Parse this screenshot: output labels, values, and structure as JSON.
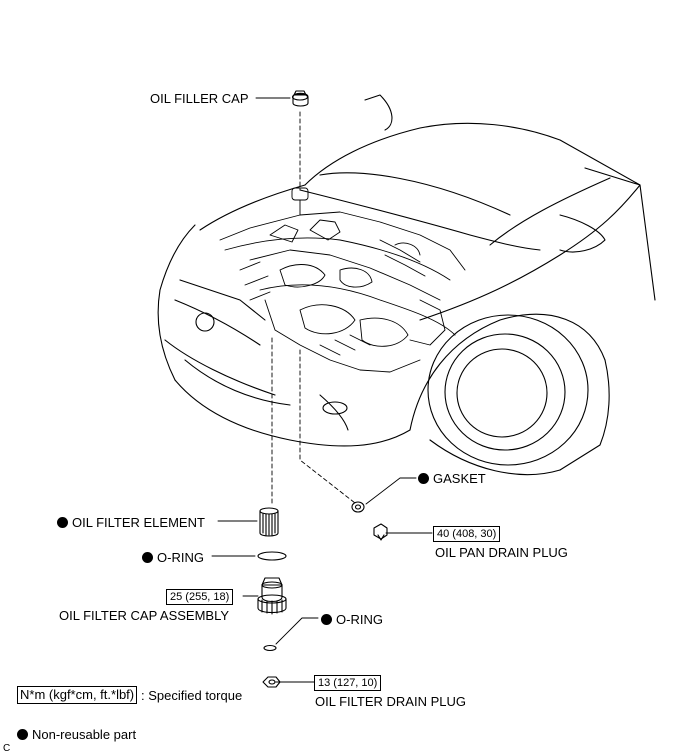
{
  "labels": {
    "oil_filler_cap": "OIL FILLER CAP",
    "gasket": "GASKET",
    "oil_filter_element": "OIL FILTER ELEMENT",
    "o_ring_1": "O-RING",
    "oil_pan_drain_plug": "OIL PAN DRAIN PLUG",
    "oil_filter_cap_assembly": "OIL FILTER CAP ASSEMBLY",
    "o_ring_2": "O-RING",
    "oil_filter_drain_plug": "OIL FILTER DRAIN PLUG"
  },
  "torques": {
    "oil_pan_drain_plug": "40 (408, 30)",
    "oil_filter_cap_assembly": "25 (255, 18)",
    "oil_filter_drain_plug": "13 (127, 10)"
  },
  "legend": {
    "unit_box": "N*m (kgf*cm, ft.*lbf)",
    "unit_text": ": Specified torque",
    "non_reusable": "Non-reusable part"
  },
  "corner_code": "C",
  "icons": [
    "non-reusable-dot-icon"
  ]
}
